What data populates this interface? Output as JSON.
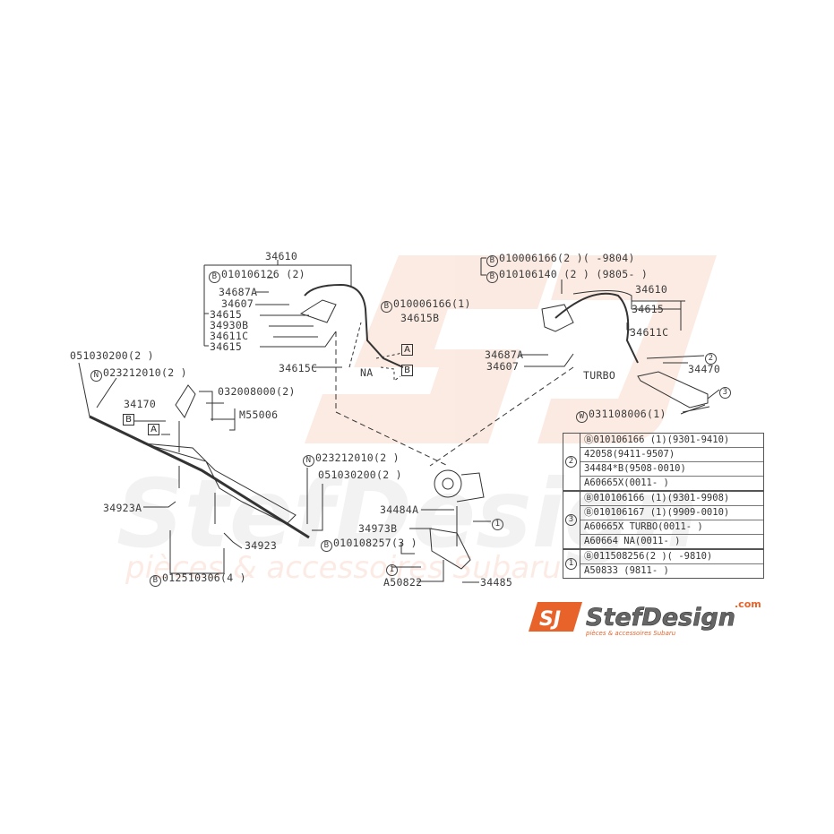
{
  "brand": {
    "logo_text": "StefDesign",
    "logo_domain": ".com",
    "logo_tagline": "pièces & accessoires Subaru",
    "accent": "#e8632a"
  },
  "labels": {
    "p34610_left": "34610",
    "bolt_010106126": "010106126 (2)",
    "p34687A_left": "34687A",
    "p34607_left": "34607",
    "p34615_a": "34615",
    "p34930B": "34930B",
    "p34611C_left": "34611C",
    "p34615_b": "34615",
    "bolt_010006166_1": "010006166(1)",
    "p34615B": "34615B",
    "p34615C": "34615C",
    "na": "NA",
    "ref_A": "A",
    "ref_B": "B",
    "bolt_010006166_2": "010006166(2 )(  -9804)",
    "bolt_010106140": "010106140 (2 ) (9805-   )",
    "p34610_right": "34610",
    "p34615_right": "34615",
    "p34611C_right": "34611C",
    "p34687A_right": "34687A",
    "p34607_right": "34607",
    "turbo": "TURBO",
    "circ2": "2",
    "p34470": "34470",
    "circ3": "3",
    "washer_031108006": "031108006(1)",
    "p051030200_left": "051030200(2 )",
    "nut_023212010_left": "023212010(2 )",
    "p34170": "34170",
    "p032008000": "032008000(2)",
    "pM55006": "M55006",
    "p34923A": "34923A",
    "p34923": "34923",
    "bolt_012510306": "012510306(4 )",
    "nut_023212010_mid": "023212010(2 )",
    "p051030200_mid": "051030200(2 )",
    "p34484A": "34484A",
    "p34973B": "34973B",
    "bolt_010108257": "010108257(3 )",
    "circ1": "1",
    "pA50822": "A50822",
    "p34485": "34485",
    "prefix_B": "B",
    "prefix_N": "N",
    "prefix_W": "W"
  },
  "table": [
    {
      "key": "2",
      "rows": [
        "Ⓑ010106166 (1)(9301-9410)",
        "42058(9411-9507)",
        "34484*B(9508-0010)",
        "A60665X(0011-    )"
      ]
    },
    {
      "key": "3",
      "rows": [
        "Ⓑ010106166 (1)(9301-9908)",
        "Ⓑ010106167 (1)(9909-0010)",
        "A60665X TURBO(0011-    )",
        "A60664  NA(0011-    )"
      ]
    },
    {
      "key": "1",
      "rows": [
        "Ⓑ011508256(2 )(     -9810)",
        "A50833 (9811-    )"
      ]
    }
  ]
}
